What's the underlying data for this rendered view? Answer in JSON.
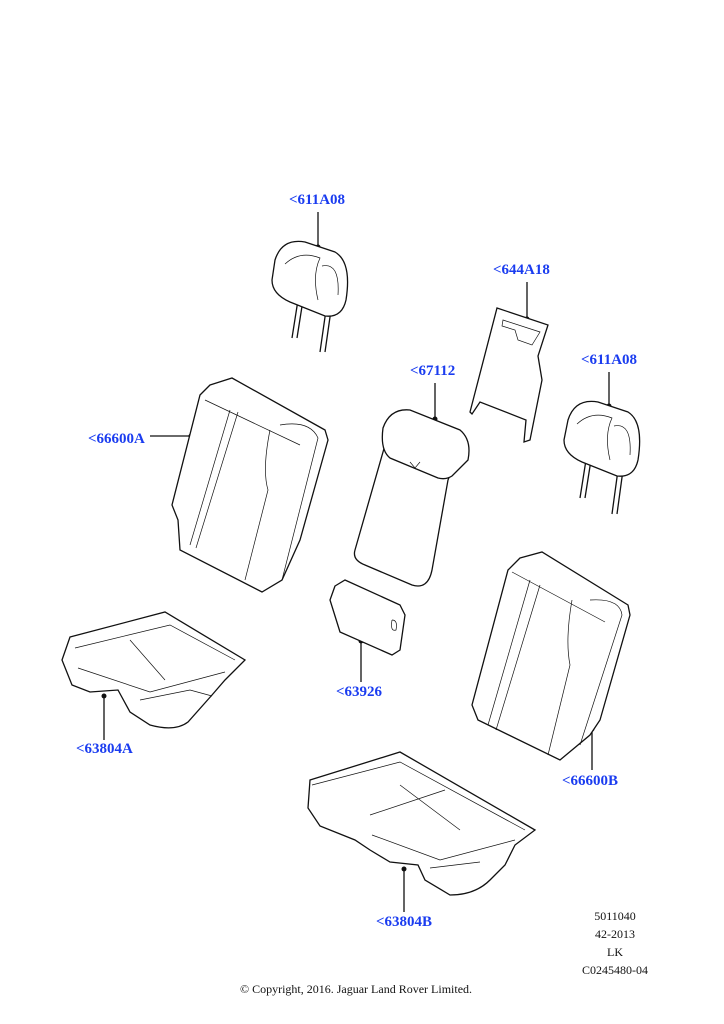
{
  "callouts": [
    {
      "id": "headrest-left",
      "label": "<611A08"
    },
    {
      "id": "panel",
      "label": "<644A18"
    },
    {
      "id": "headrest-right",
      "label": "<611A08"
    },
    {
      "id": "center-backrest",
      "label": "<67112"
    },
    {
      "id": "backrest-left",
      "label": "<66600A"
    },
    {
      "id": "armrest",
      "label": "<63926"
    },
    {
      "id": "cushion-left",
      "label": "<63804A"
    },
    {
      "id": "backrest-right",
      "label": "<66600B"
    },
    {
      "id": "cushion-right",
      "label": "<63804B"
    }
  ],
  "meta": {
    "line1": "5011040",
    "line2": "42-2013",
    "line3": "LK",
    "line4": "C0245480-04"
  },
  "copyright": "© Copyright, 2016. Jaguar Land Rover Limited.",
  "colors": {
    "callout": "#1a3cf0"
  }
}
